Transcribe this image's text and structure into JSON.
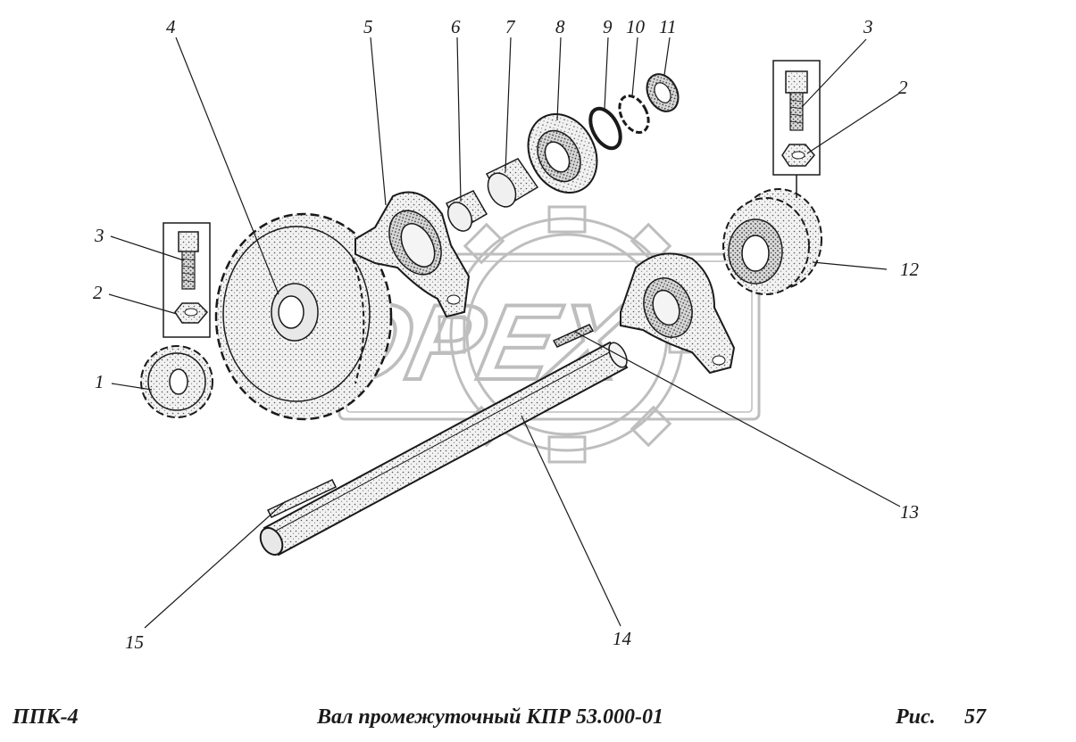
{
  "callouts": {
    "c1": "1",
    "c2_left": "2",
    "c3_left": "3",
    "c4": "4",
    "c5": "5",
    "c6": "6",
    "c7": "7",
    "c8": "8",
    "c9": "9",
    "c10": "10",
    "c11": "11",
    "c3_right": "3",
    "c2_right": "2",
    "c12": "12",
    "c13": "13",
    "c14": "14",
    "c15": "15"
  },
  "watermark": {
    "text": "OPEX"
  },
  "footer": {
    "model": "ППК-4",
    "title": "Вал промежуточный КПР 53.000-01",
    "fig_label": "Рис.",
    "fig_number": "57"
  },
  "colors": {
    "ink": "#1a1a1a",
    "watermark": "#8a8a8a",
    "paper": "#ffffff"
  }
}
